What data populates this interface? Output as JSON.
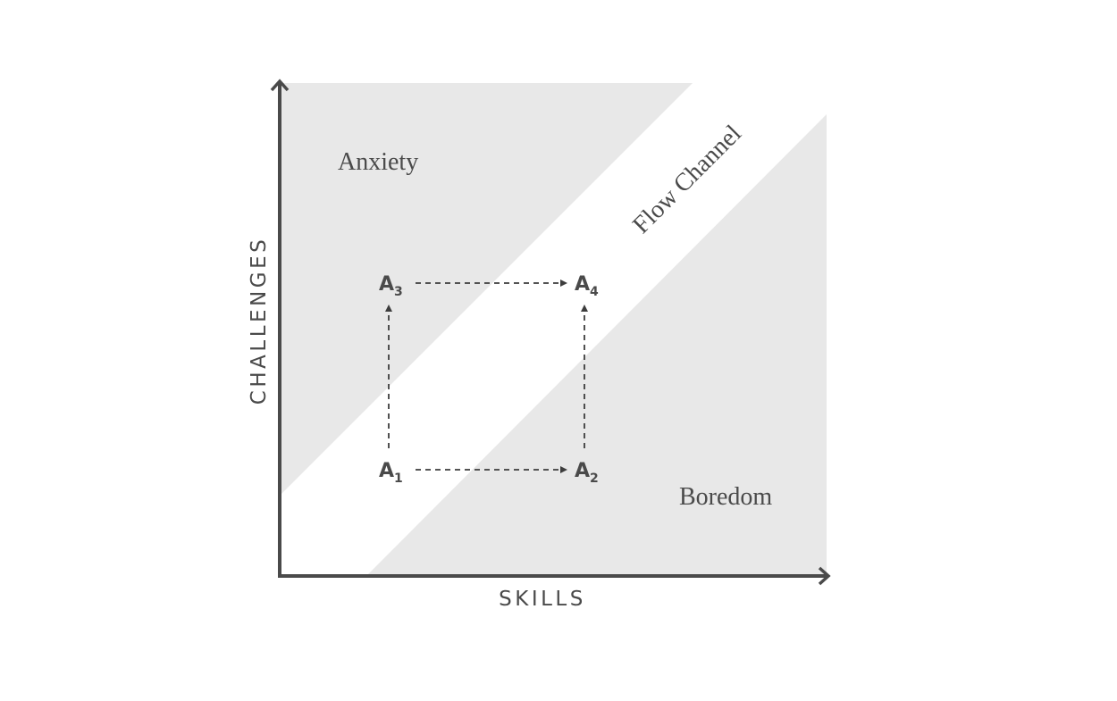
{
  "diagram": {
    "y_axis_label": "CHALLENGES",
    "x_axis_label": "SKILLS",
    "regions": {
      "anxiety": "Anxiety",
      "flow_channel": "Flow Channel",
      "boredom": "Boredom"
    },
    "points": [
      {
        "letter": "A",
        "sub": "1"
      },
      {
        "letter": "A",
        "sub": "2"
      },
      {
        "letter": "A",
        "sub": "3"
      },
      {
        "letter": "A",
        "sub": "4"
      }
    ],
    "colors": {
      "region_fill": "#e8e8e8",
      "axis": "#4a4a4a",
      "arrow": "#3d3d3d",
      "text": "#4a4a4a"
    }
  }
}
